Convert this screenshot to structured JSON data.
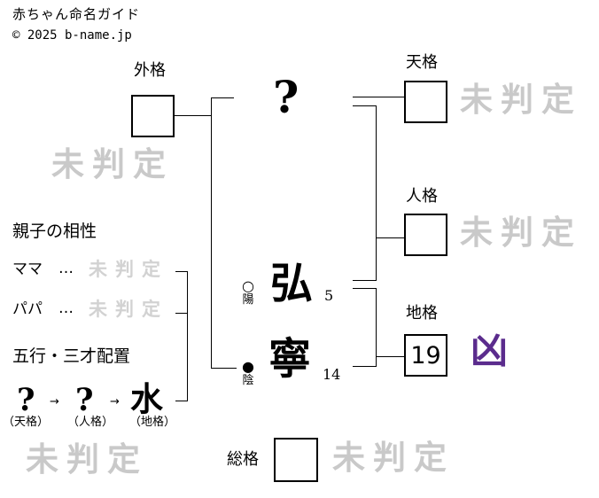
{
  "page": {
    "title": "赤ちゃん命名ガイド",
    "copyright": "© 2025 b-name.jp"
  },
  "name": {
    "surname": {
      "char": "?"
    },
    "given": [
      {
        "char": "弘",
        "strokes": "5",
        "polarity_mark": "○",
        "polarity_label": "陽"
      },
      {
        "char": "寧",
        "strokes": "14",
        "polarity_mark": "●",
        "polarity_label": "陰"
      }
    ]
  },
  "kaku": {
    "gaikaku": {
      "label": "外格",
      "value": "",
      "result": "未判定"
    },
    "tenkaku": {
      "label": "天格",
      "value": "",
      "result": "未判定"
    },
    "jinkaku": {
      "label": "人格",
      "value": "",
      "result": "未判定"
    },
    "chikaku": {
      "label": "地格",
      "value": "19",
      "result": "凶"
    },
    "soukaku": {
      "label": "総格",
      "value": "",
      "result": "未判定"
    }
  },
  "compatibility": {
    "heading": "親子の相性",
    "rows": [
      {
        "label": "ママ",
        "dots": "…",
        "result": "未判定"
      },
      {
        "label": "パパ",
        "dots": "…",
        "result": "未判定"
      }
    ]
  },
  "sansai": {
    "heading": "五行・三才配置",
    "arrow": "→",
    "sequence": [
      {
        "element": "?",
        "label": "（天格）"
      },
      {
        "element": "?",
        "label": "（人格）"
      },
      {
        "element": "水",
        "label": "（地格）"
      }
    ],
    "result": "未判定"
  },
  "colors": {
    "undetermined_gray": "#c9c9c9",
    "undetermined_gray_small": "#d2d2d2",
    "kyo_purple": "#5b2c8d"
  }
}
